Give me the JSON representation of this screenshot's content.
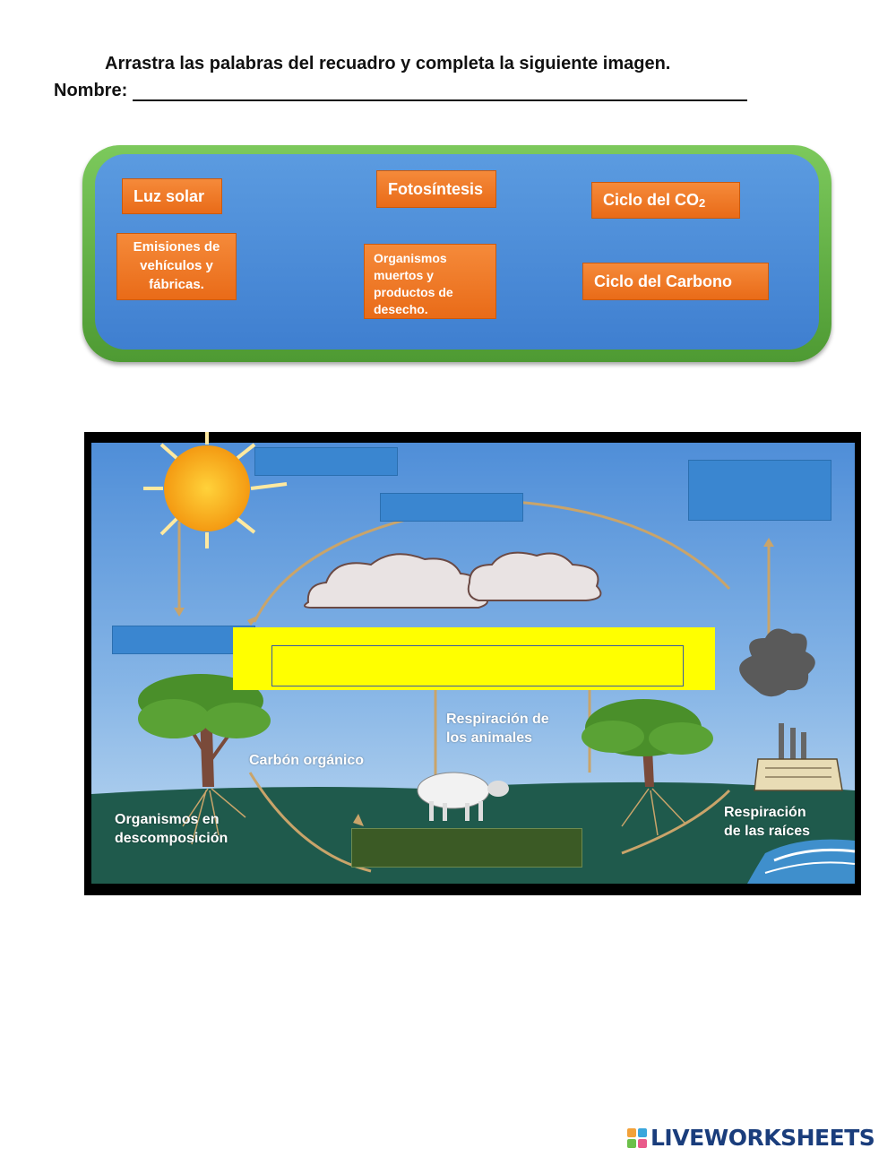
{
  "instructions": "Arrastra las palabras  del recuadro y completa la siguiente imagen.",
  "name_label": "Nombre:",
  "word_bank": {
    "luz_solar": "Luz solar",
    "fotosintesis": "Fotosíntesis",
    "ciclo_co2": "Ciclo del CO",
    "ciclo_co2_sub": "2",
    "emisiones": "Emisiones de vehículos y fábricas.",
    "organismos": "Organismos muertos y productos de desecho.",
    "ciclo_carbono": "Ciclo del Carbono"
  },
  "diagram_labels": {
    "respiracion_animales": [
      "Respiración de",
      "los animales"
    ],
    "carbon_organico": "Carbón orgánico",
    "organismos_descomposicion": [
      "Organismos en",
      "descomposición"
    ],
    "respiracion_raices": [
      "Respiración",
      "de las raíces"
    ]
  },
  "brand": "LIVEWORKSHEETS",
  "colors": {
    "chip": "#e96b18",
    "box_border": "#5aa83a",
    "box_fill": "#4a8bd8",
    "drop_blue": "#3a86d0",
    "drop_yellow": "#ffff00",
    "drop_dark": "#3b5a25",
    "brand": "#1a3d7c"
  }
}
